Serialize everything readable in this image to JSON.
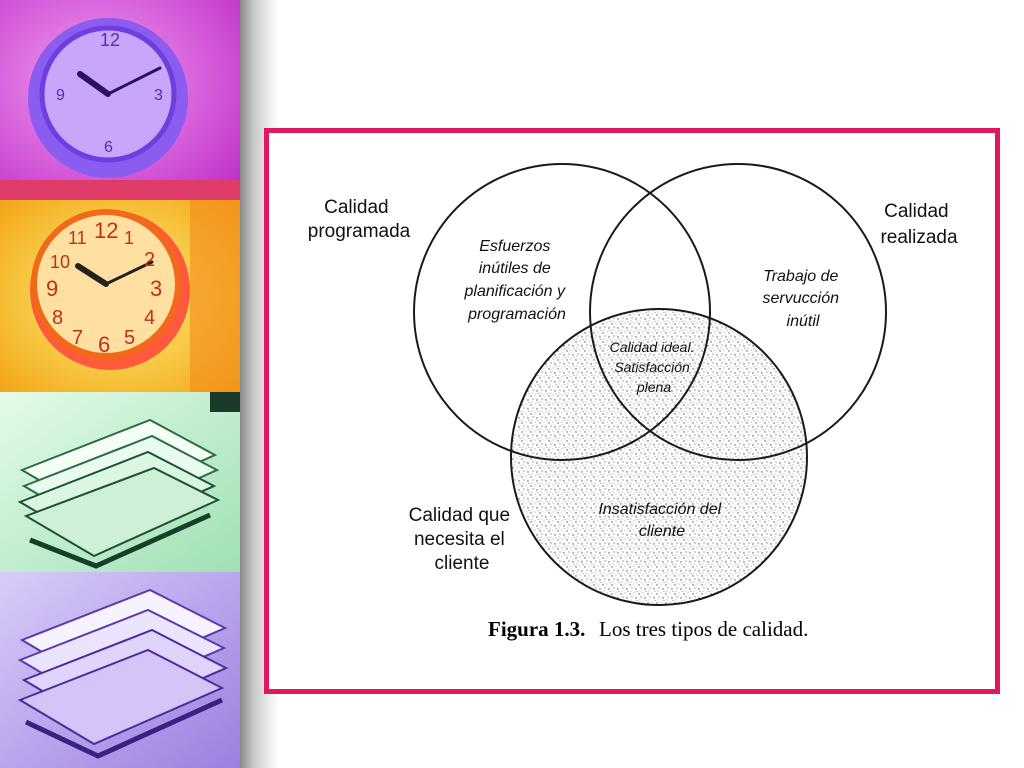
{
  "diagram": {
    "outer_labels": {
      "programada": [
        "Calidad",
        "programada"
      ],
      "realizada": [
        "Calidad",
        "realizada"
      ],
      "necesita": [
        "Calidad que",
        "necesita el",
        "cliente"
      ]
    },
    "region_labels": {
      "esfuerzos": [
        "Esfuerzos",
        "inútiles de",
        "planificación y",
        "programación"
      ],
      "trabajo": [
        "Trabajo de",
        "servucción",
        "inútil"
      ],
      "ideal": [
        "Calidad ideal.",
        "Satisfacción",
        "plena"
      ],
      "insatisfaccion": [
        "Insatisfacción del",
        "cliente"
      ]
    },
    "caption": {
      "number": "Figura 1.3.",
      "text": "Los tres tipos de calidad."
    }
  },
  "colors": {
    "frame_border": "#e0185f",
    "panel_magenta": "#d63fd8",
    "panel_yellow": "#f6c21c",
    "panel_green": "#b8ecc4",
    "panel_violet": "#b49ee8"
  },
  "icons": [
    "clock-icon",
    "clock-icon",
    "paper-stack-icon",
    "paper-stack-icon"
  ]
}
